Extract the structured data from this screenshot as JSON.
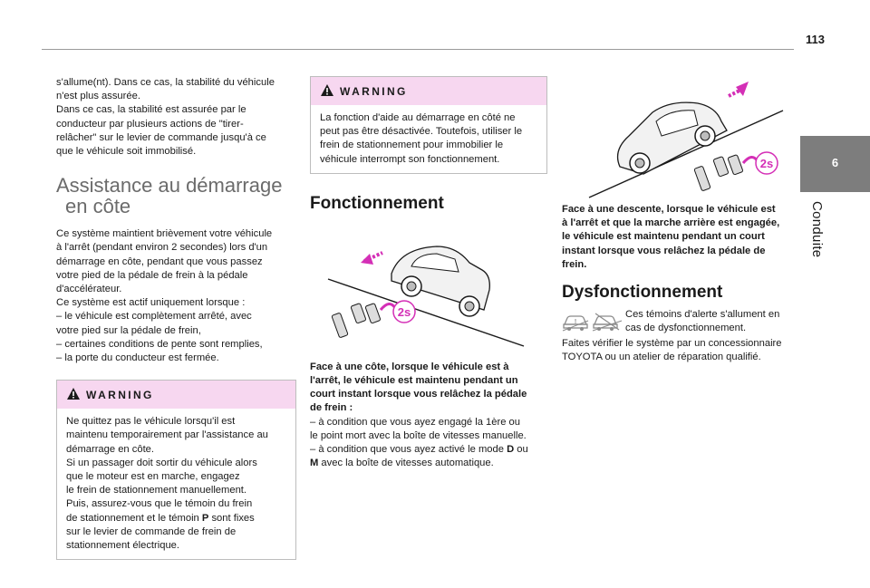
{
  "page": {
    "number": "113"
  },
  "side_tab": {
    "chapter_number": "6",
    "chapter_title": "Conduite"
  },
  "col1": {
    "intro_lines": [
      "s'allume(nt). Dans ce cas, la stabilité du véhicule",
      "n'est plus assurée.",
      "Dans ce cas, la stabilité est assurée par le",
      "conducteur par plusieurs actions de \"tirer-",
      "relâcher\" sur le levier de commande jusqu'à ce",
      "que le véhicule soit immobilisé."
    ],
    "heading_line1": "Assistance au démarrage",
    "heading_line2": "en côte",
    "body_lines": [
      "Ce système maintient brièvement votre véhicule",
      "à l'arrêt (pendant environ 2 secondes) lors d'un",
      "démarrage en côte, pendant que vous passez",
      "votre pied de la pédale de frein à la pédale",
      "d'accélérateur.",
      "Ce système est actif uniquement lorsque :",
      "–  le véhicule est complètement arrêté, avec",
      "votre pied sur la pédale de frein,",
      "–  certaines conditions de pente sont remplies,",
      "–  la porte du conducteur est fermée."
    ],
    "warning": {
      "title": "WARNING",
      "lines": [
        "Ne quittez pas le véhicule lorsqu'il est",
        "maintenu temporairement par l'assistance au",
        "démarrage en côte.",
        "Si un passager doit sortir du véhicule alors",
        "que le moteur est en marche, engagez",
        "le frein de stationnement manuellement.",
        "Puis, assurez-vous que le témoin du frein",
        "de stationnement et le témoin ",
        "P",
        " sont fixes",
        "sur le levier de commande de frein de",
        "stationnement électrique."
      ]
    }
  },
  "col2": {
    "warning": {
      "title": "WARNING",
      "lines": [
        "La fonction d'aide au démarrage en côté ne",
        "peut pas être désactivée. Toutefois, utiliser le",
        "frein de stationnement pour immobilier le",
        "véhicule interrompt son fonctionnement."
      ]
    },
    "heading": "Fonctionnement",
    "figure": {
      "badge": "2s"
    },
    "caption_lines": [
      "Face à une côte, lorsque le véhicule est à",
      "l'arrêt, le véhicule est maintenu pendant un",
      "court instant lorsque vous relâchez la pédale",
      "de frein :"
    ],
    "list_lines": [
      "–  à condition que vous ayez engagé la 1ère ou",
      "le point mort avec la boîte de vitesses manuelle.",
      "–  à condition que vous ayez activé le mode ",
      "D",
      " ou",
      "M",
      " avec la boîte de vitesses automatique."
    ]
  },
  "col3": {
    "figure": {
      "badge": "2s"
    },
    "caption_lines": [
      "Face à une descente, lorsque le véhicule est",
      "à l'arrêt et que la marche arrière est engagée,",
      "le véhicule est maintenu pendant un court",
      "instant lorsque vous relâchez la pédale de",
      "frein."
    ],
    "heading": "Dysfonctionnement",
    "icons": [
      "hill-start-warning-icon",
      "hill-start-off-icon"
    ],
    "dys_lines": [
      "Ces témoins d'alerte s'allument en",
      "cas de dysfonctionnement.",
      "Faites vérifier le système par un concessionnaire",
      "TOYOTA ou un atelier de réparation qualifié."
    ]
  },
  "colors": {
    "warning_band": "#f7d7f0",
    "tab_gray": "#7d7d7d",
    "accent_magenta": "#d42fb6",
    "heading_gray": "#6b6b6b"
  }
}
